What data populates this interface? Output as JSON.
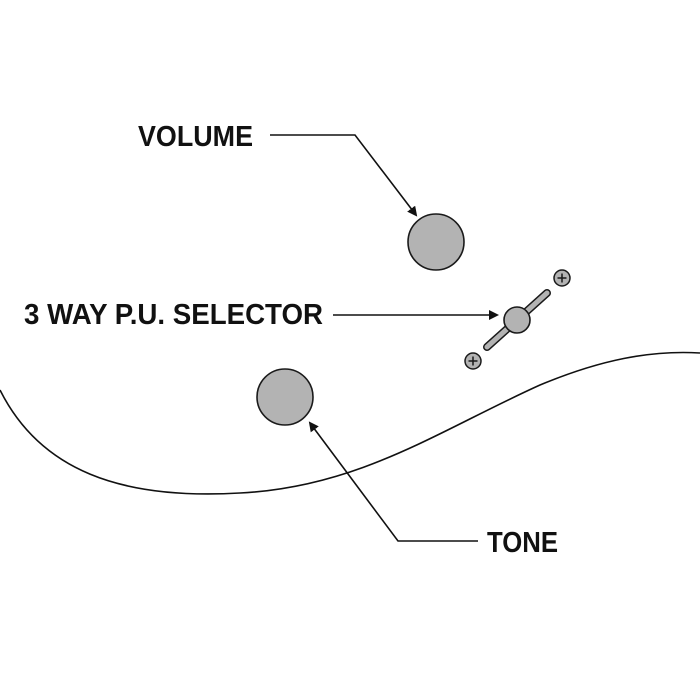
{
  "labels": {
    "volume": "VOLUME",
    "selector": "3 WAY P.U. SELECTOR",
    "tone": "TONE"
  },
  "colors": {
    "ink": "#111111",
    "knob_fill": "#b3b3b3",
    "knob_stroke": "#1a1a1a",
    "background": "#ffffff"
  }
}
